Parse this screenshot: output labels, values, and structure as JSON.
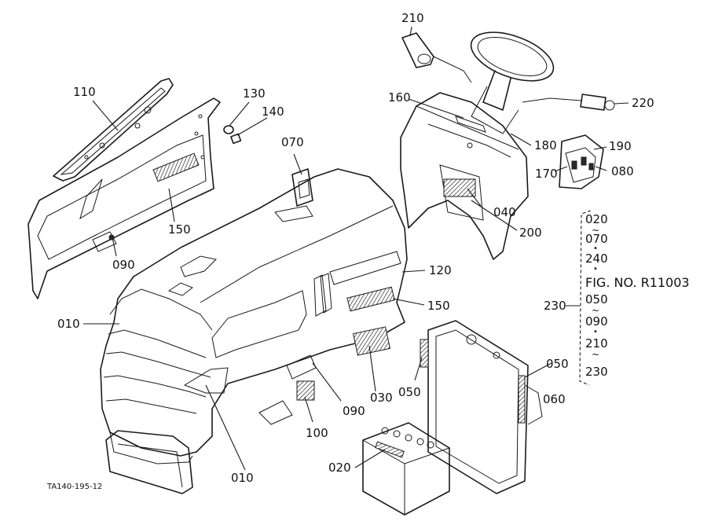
{
  "figure_number": "TA140-195-12",
  "callouts": {
    "c010a": "010",
    "c010b": "010",
    "c020": "020",
    "c030": "030",
    "c040": "040",
    "c050a": "050",
    "c050b": "050",
    "c060": "060",
    "c070": "070",
    "c080": "080",
    "c090a": "090",
    "c090b": "090",
    "c100": "100",
    "c110": "110",
    "c120": "120",
    "c130": "130",
    "c140": "140",
    "c150a": "150",
    "c150b": "150",
    "c160": "160",
    "c170": "170",
    "c180": "180",
    "c190": "190",
    "c200": "200",
    "c210": "210",
    "c220": "220",
    "c230": "230"
  },
  "set_list": {
    "items": [
      "020",
      "~",
      "070",
      "•",
      "240",
      "•",
      "FIG. NO. R11003",
      "050",
      "~",
      "090",
      "•",
      "210",
      "~",
      "230"
    ]
  }
}
